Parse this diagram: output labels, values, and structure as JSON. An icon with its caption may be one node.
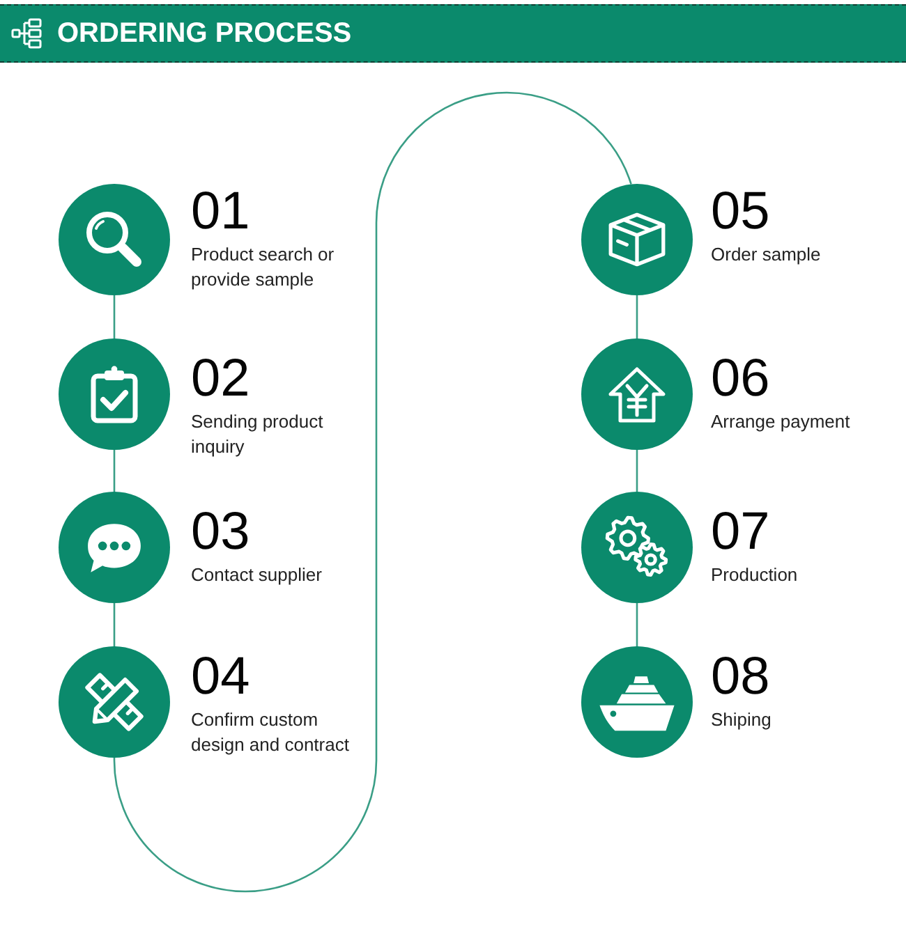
{
  "diagram": {
    "title": "ORDERING PROCESS",
    "nodes": [
      {
        "text": [],
        "shape": "circle",
        "beside": [
          "01",
          "Product search or provide sample"
        ]
      },
      {
        "text": [],
        "shape": "circle",
        "beside": [
          "02",
          "Sending product inquiry"
        ]
      },
      {
        "text": [],
        "shape": "circle",
        "beside": [
          "03",
          "Contact supplier"
        ]
      },
      {
        "text": [],
        "shape": "circle",
        "beside": [
          "04",
          "Confirm custom design and contract"
        ]
      },
      {
        "text": [],
        "shape": "circle",
        "beside": [
          "05",
          "Order sample"
        ]
      },
      {
        "text": [],
        "shape": "circle",
        "beside": [
          "06",
          "Arrange payment"
        ]
      },
      {
        "text": [],
        "shape": "circle",
        "beside": [
          "07",
          "Production"
        ]
      },
      {
        "text": [],
        "shape": "circle",
        "beside": [
          "08",
          "Shiping"
        ]
      }
    ],
    "edges": [
      {
        "from": 0,
        "to": 1,
        "arrow": "none"
      },
      {
        "from": 1,
        "to": 2,
        "arrow": "none"
      },
      {
        "from": 2,
        "to": 3,
        "arrow": "none"
      },
      {
        "from": 3,
        "to": 4,
        "arrow": "none"
      },
      {
        "from": 4,
        "to": 5,
        "arrow": "none"
      },
      {
        "from": 5,
        "to": 6,
        "arrow": "none"
      },
      {
        "from": 6,
        "to": 7,
        "arrow": "none"
      }
    ]
  }
}
